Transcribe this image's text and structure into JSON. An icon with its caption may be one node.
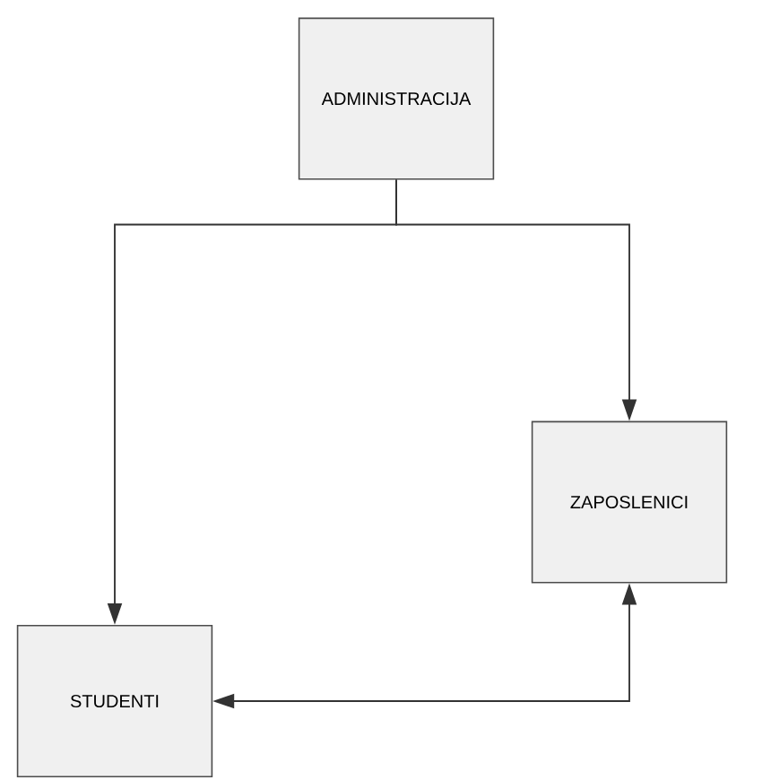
{
  "diagram": {
    "nodes": [
      {
        "text": [
          "ADMINISTRACIJA"
        ]
      },
      {
        "text": [
          "ZAPOSLENICI"
        ]
      },
      {
        "text": [
          "STUDENTI"
        ]
      }
    ],
    "edges": [
      {
        "from": 0,
        "to": 2,
        "arrow": "to"
      },
      {
        "from": 0,
        "to": 1,
        "arrow": "to"
      },
      {
        "from": 2,
        "to": 1,
        "arrow": "both"
      }
    ]
  }
}
